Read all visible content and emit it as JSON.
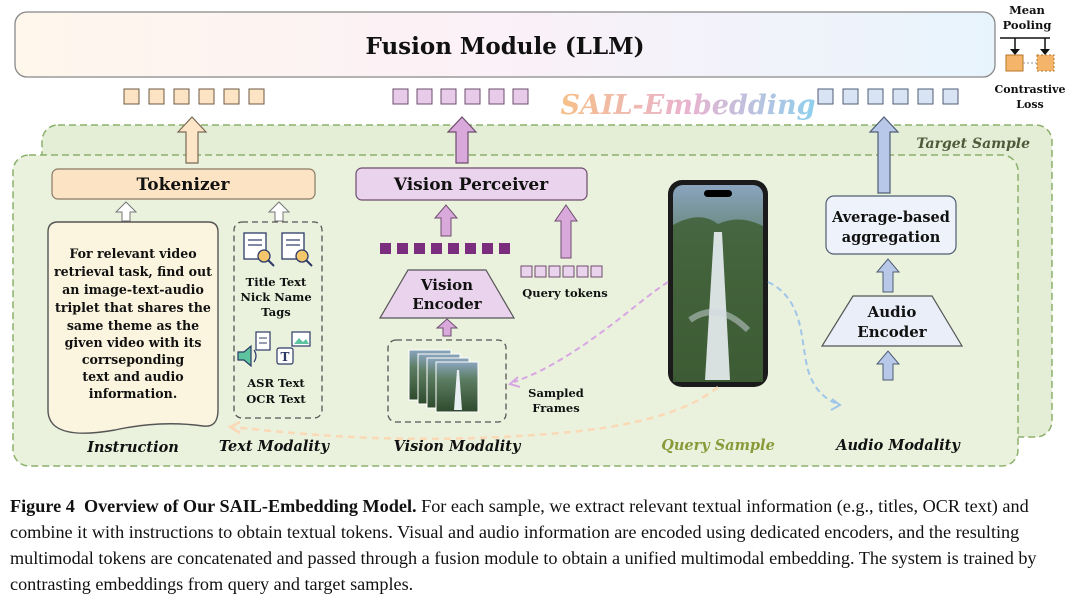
{
  "fusion_module": "Fusion Module (LLM)",
  "brand_title": "SAIL-Embedding",
  "pooling": {
    "label_line1": "Mean",
    "label_line2": "Pooling",
    "loss_line1": "Contrastive",
    "loss_line2": "Loss"
  },
  "target_sample_label": "Target Sample",
  "query_sample_label": "Query Sample",
  "text_branch": {
    "tokenizer": "Tokenizer",
    "instruction_lines": [
      "For relevant video",
      "retrieval task, find out",
      "an image-text-audio",
      "triplet that shares the",
      "same theme as the",
      "given video with its",
      "corrseponding",
      "text and audio",
      "information."
    ],
    "text_types_top": [
      "Title Text",
      "Nick Name",
      "Tags"
    ],
    "text_types_bottom": [
      "ASR Text",
      "OCR Text"
    ],
    "instruction_label": "Instruction",
    "modality_label": "Text Modality"
  },
  "vision_branch": {
    "perceiver": "Vision Perceiver",
    "encoder_line1": "Vision",
    "encoder_line2": "Encoder",
    "query_tokens": "Query tokens",
    "sampled_line1": "Sampled",
    "sampled_line2": "Frames",
    "modality_label": "Vision Modality"
  },
  "audio_branch": {
    "aggregation_line1": "Average-based",
    "aggregation_line2": "aggregation",
    "encoder_line1": "Audio",
    "encoder_line2": "Encoder",
    "modality_label": "Audio Modality"
  },
  "caption": {
    "figure": "Figure 4",
    "title": "Overview of Our SAIL-Embedding Model.",
    "body": "For each sample, we extract relevant textual information (e.g., titles, OCR text) and combine it with instructions to obtain textual tokens. Visual and audio information are encoded using dedicated encoders, and the resulting multimodal tokens are concatenated and passed through a fusion module to obtain a unified multimodal embedding. The system is trained by contrasting embeddings from query and target samples."
  },
  "colors": {
    "text_token": "#fbe3c4",
    "vision_token": "#e7cbe8",
    "vision_dark": "#7b2e7e",
    "audio_token": "#d8e3f4",
    "panel_fill": "#eaf2dd",
    "panel_stroke": "#8cb06c",
    "pool_fill": "#f4b56b"
  }
}
